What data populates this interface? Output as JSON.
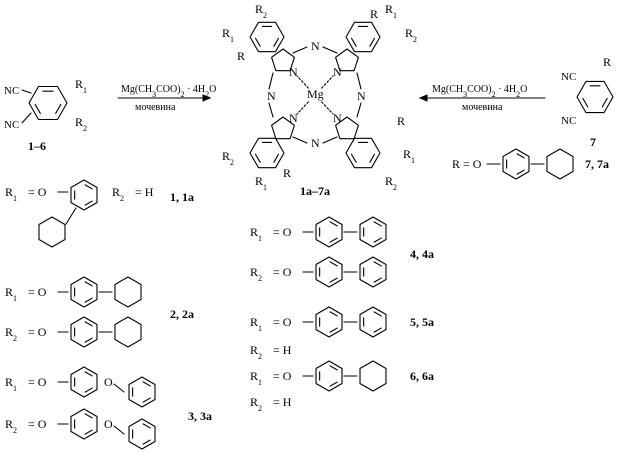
{
  "reaction": {
    "reagent_left": "Mg(CH3COO)2 · 4H2O",
    "solvent_left": "мочевина",
    "reagent_right": "Mg(CH3COO)2 · 4H2O",
    "solvent_right": "мочевина",
    "starting_label": "1–6",
    "product_label": "1a–7a",
    "starting_label_7": "7",
    "label_7_7a": "7, 7a"
  },
  "atoms": {
    "mg": "Mg",
    "n": "N",
    "nc": "NC",
    "o": "O",
    "r": "R",
    "r1": "R",
    "r1_sub": "1",
    "r2": "R",
    "r2_sub": "2",
    "h": "H"
  },
  "substituents": {
    "eq": "=",
    "s1": {
      "r1": "R1 = O",
      "r2": "R2 = H",
      "label": "1, 1a"
    },
    "s2": {
      "r1": "R1 = O",
      "r2": "R2 = O",
      "label": "2, 2a"
    },
    "s3": {
      "r1": "R1 = O",
      "r2": "R2 = O",
      "label": "3, 3a"
    },
    "s4": {
      "r1": "R1 = O",
      "r2": "R2 = O",
      "label": "4, 4a"
    },
    "s5": {
      "r1": "R1 = O",
      "r2": "R2 = H",
      "label": "5, 5a"
    },
    "s6": {
      "r1": "R1 = O",
      "r2": "R2 = H",
      "label": "6, 6a"
    },
    "s7": {
      "r": "R = O",
      "label": "7, 7a"
    }
  }
}
